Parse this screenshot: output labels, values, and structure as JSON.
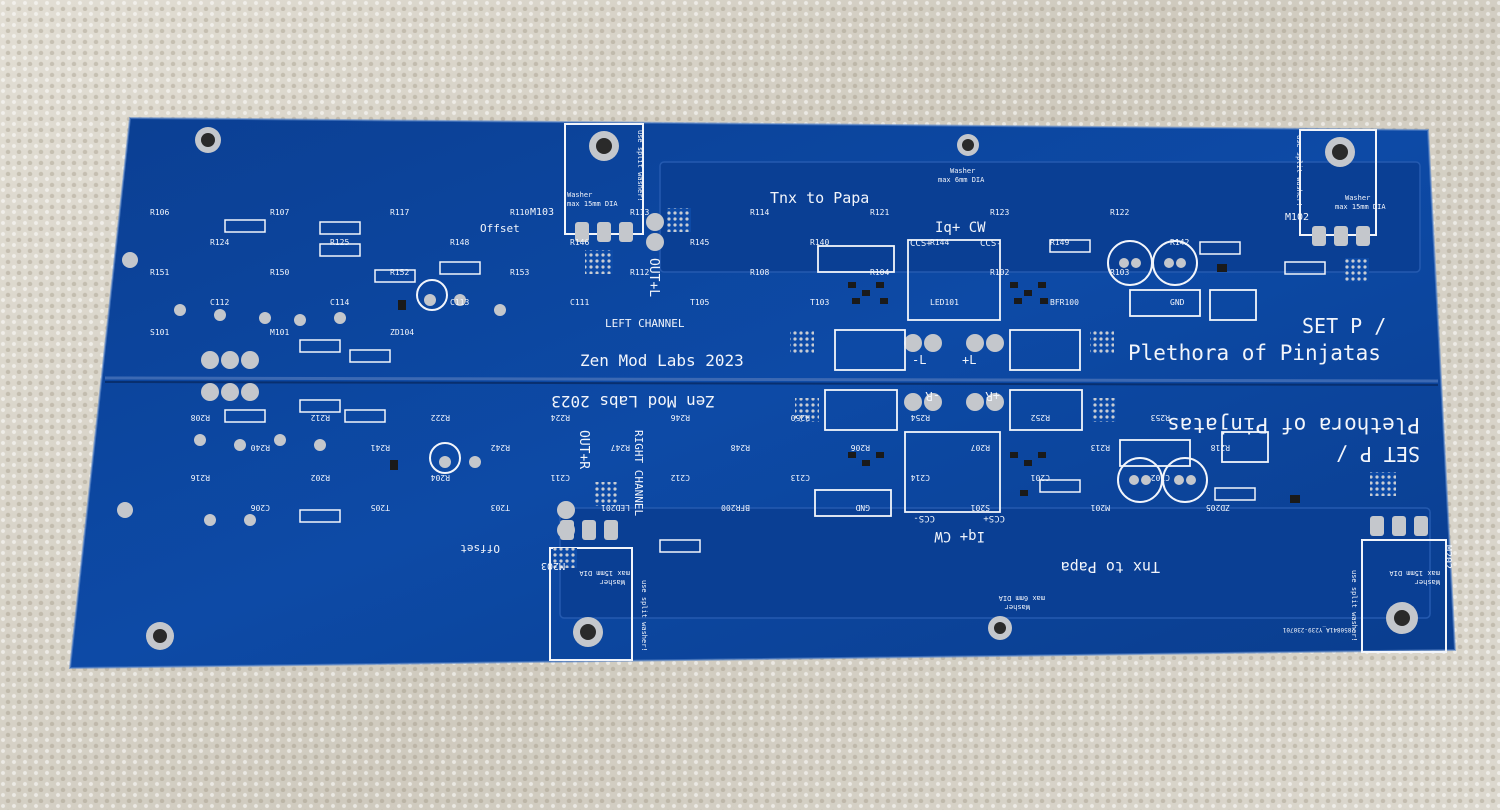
{
  "board": {
    "colors": {
      "soldermask": "#0d4aa6",
      "soldermask_dark": "#0a3b88",
      "silkscreen": "#f2f5fb",
      "copper_pad": "#c8cdd4",
      "background_fabric": "#d6d2c8"
    },
    "top_half": {
      "brand": "Zen Mod Labs 2023",
      "channel": "LEFT CHANNEL",
      "title_line1": "SET P /",
      "title_line2": "Plethora of Pinjatas",
      "thanks": "Tnx to Papa",
      "iq_label": "Iq+ CW",
      "ccs_plus": "CCS+",
      "ccs_minus": "CCS-",
      "offset": "Offset",
      "out": "OUT+L",
      "minus_rail": "-L",
      "plus_rail": "+L",
      "washer_small_1": "Washer",
      "washer_small_2": "max 6mm DIA",
      "washer_big_1": "Washer",
      "washer_big_2": "max 15mm DIA",
      "split_washer": "use split washer!",
      "mosfet_1": "M103",
      "mosfet_2": "M102",
      "refs": [
        "R106",
        "R107",
        "R117",
        "R110",
        "R113",
        "R114",
        "R121",
        "R123",
        "R122",
        "R124",
        "R125",
        "R148",
        "R146",
        "R145",
        "R140",
        "R144",
        "R149",
        "R142",
        "R151",
        "R150",
        "R152",
        "R153",
        "R112",
        "R108",
        "R104",
        "R102",
        "R103",
        "C112",
        "C114",
        "C113",
        "C111",
        "T105",
        "T103",
        "LED101",
        "BFR100",
        "GND",
        "S101",
        "M101",
        "ZD104"
      ]
    },
    "bottom_half": {
      "brand": "Zen Mod Labs 2023",
      "channel": "RIGHT CHANNEL",
      "title_line1": "SET P /",
      "title_line2": "Plethora of Pinjatas",
      "thanks": "Tnx to Papa",
      "iq_label": "Iq+ CW",
      "ccs_plus": "CCS+",
      "ccs_minus": "CCS-",
      "offset": "Offset",
      "out": "OUT+R",
      "minus_rail": "-R",
      "plus_rail": "+R",
      "washer_small_1": "Washer",
      "washer_small_2": "max 6mm DIA",
      "washer_big_1": "Washer",
      "washer_big_2": "max 15mm DIA",
      "split_washer": "use split washer!",
      "mosfet_1": "M203",
      "mosfet_2": "M202",
      "serial": "2850841A_Y239-230701",
      "refs": [
        "R208",
        "R212",
        "R222",
        "R224",
        "R246",
        "R250",
        "R254",
        "R252",
        "R253",
        "R240",
        "R241",
        "R242",
        "R247",
        "R248",
        "R206",
        "R207",
        "R213",
        "R218",
        "R216",
        "R202",
        "R204",
        "C211",
        "C212",
        "C213",
        "C214",
        "C201",
        "C202",
        "C206",
        "T205",
        "T203",
        "LED201",
        "BFR200",
        "GND",
        "S201",
        "M201",
        "ZD205"
      ]
    }
  }
}
